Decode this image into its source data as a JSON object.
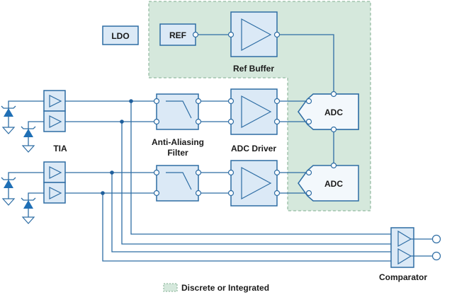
{
  "blocks": {
    "ldo": "LDO",
    "ref": "REF",
    "ref_buffer": "Ref Buffer",
    "tia": "TIA",
    "filter_line1": "Anti-Aliasing",
    "filter_line2": "Filter",
    "adc_driver": "ADC Driver",
    "adc_upper": "ADC",
    "adc_lower": "ADC",
    "comparator": "Comparator"
  },
  "legend": {
    "label": "Discrete or Integrated",
    "swatch_color": "#d5e8dc"
  },
  "colors": {
    "wire": "#2e6da4",
    "block_fill": "#dbe9f6",
    "region_fill": "#d5e8dc"
  }
}
